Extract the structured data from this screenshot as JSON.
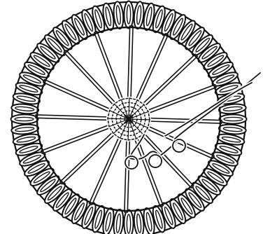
{
  "illustration": {
    "subject": "coiled-wheel-weaving-icon",
    "stroke_color": "#111111",
    "fill_color": "#ffffff",
    "coil_count": 64,
    "spoke_count": 16,
    "hub_ring_count": 5,
    "loop_count": 3
  }
}
